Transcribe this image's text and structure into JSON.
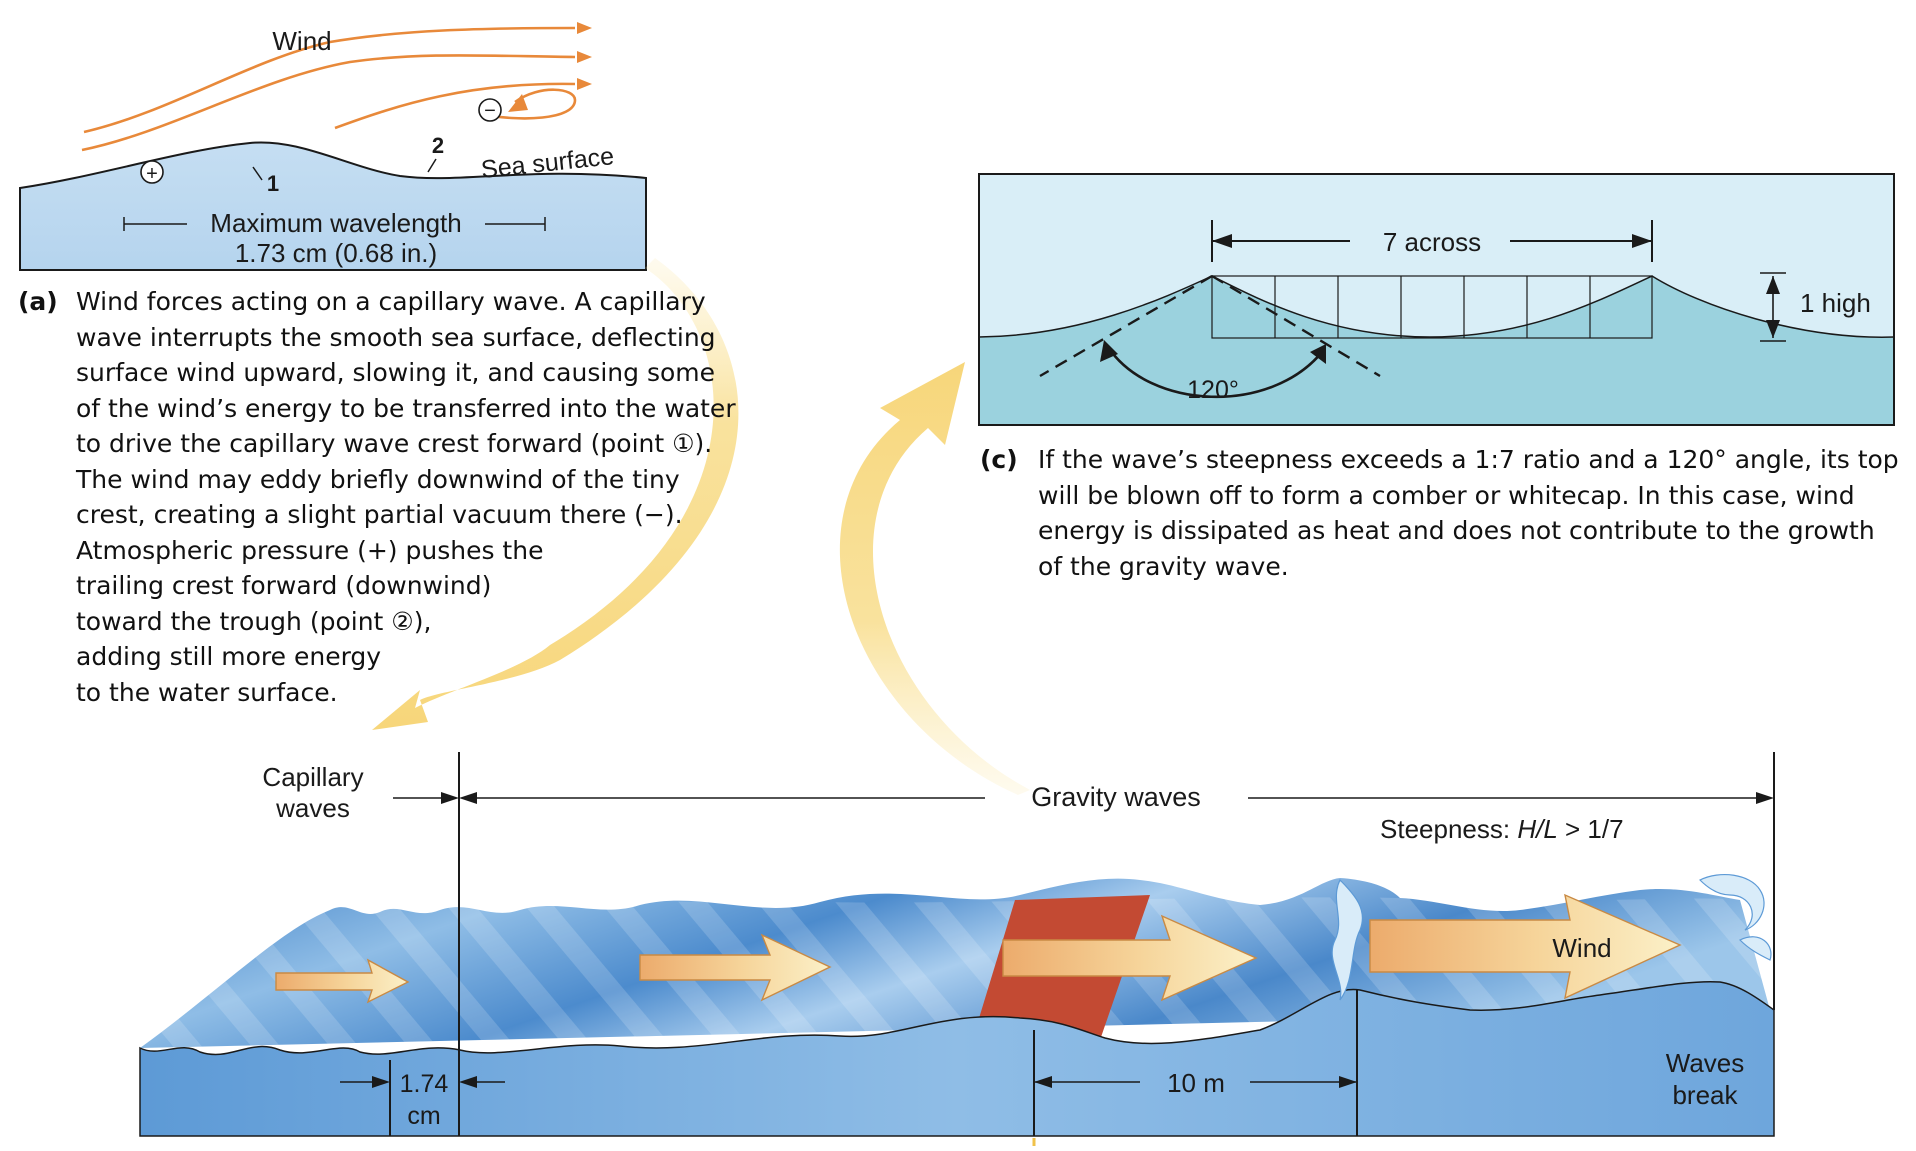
{
  "panel_a": {
    "wind_label": "Wind",
    "plus_symbol": "+",
    "minus_symbol": "−",
    "point_1": "1",
    "point_2": "2",
    "sea_surface_label": "Sea surface",
    "wavelength_label": "Maximum wavelength",
    "wavelength_value": "1.73 cm (0.68 in.)",
    "caption_tag": "(a)",
    "caption_lines": [
      "Wind forces acting on a capillary wave. A capillary",
      "wave interrupts the smooth sea surface, deflecting",
      "surface wind upward, slowing it, and causing some",
      "of the wind’s energy to be transferred into the water",
      "to drive the capillary wave crest forward (point ①).",
      "The wind may eddy briefly downwind of the tiny",
      "crest, creating a slight partial vacuum there (−).",
      "Atmospheric pressure (+) pushes the",
      "trailing crest forward (downwind)",
      "toward the trough (point ②),",
      "adding still more energy",
      "to the water surface."
    ]
  },
  "panel_c": {
    "across_label": "7 across",
    "high_label": "1 high",
    "angle_label": "120°",
    "caption_tag": "(c)",
    "caption_lines": [
      "If the wave’s steepness exceeds a 1:7 ratio and a 120° angle, its top",
      "will be blown off to form a comber or whitecap. In this case, wind",
      "energy is dissipated as heat and does not contribute to the growth",
      "of the gravity wave."
    ]
  },
  "panel_b": {
    "capillary_label_line1": "Capillary",
    "capillary_label_line2": "waves",
    "gravity_label": "Gravity waves",
    "steepness_prefix": "Steepness: ",
    "steepness_ratio": "H/L",
    "steepness_suffix": " > 1/7",
    "wind_label": "Wind",
    "small_wavelength_line1": "1.74",
    "small_wavelength_line2": "cm",
    "large_wavelength": "10 m",
    "break_label_line1": "Waves",
    "break_label_line2": "break"
  },
  "colors": {
    "wind_orange": "#e8893a",
    "water_light": "#bcd9ef",
    "water_deep": "#4f8fcf",
    "air_light": "#d9eef7",
    "water_mid": "#9bd2de",
    "highlight_red": "#c34a33",
    "callout_yellow": "#f7dc8a"
  }
}
